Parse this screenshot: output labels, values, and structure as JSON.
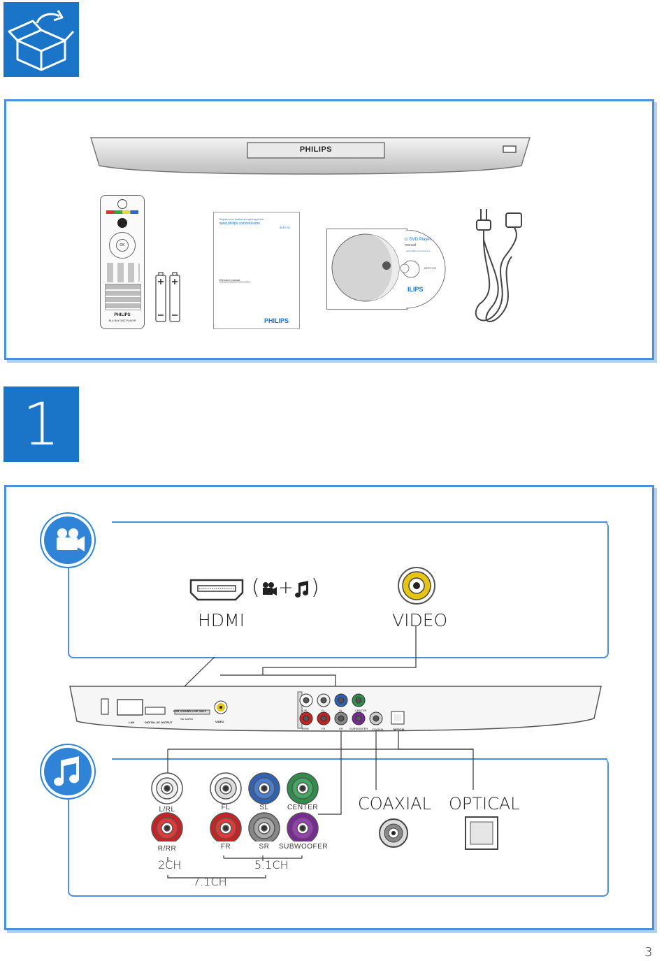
{
  "section_top": {
    "icon": "open-box-icon"
  },
  "device": {
    "brand": "PHILPS_BRAND",
    "brand_text": "PHILIPS"
  },
  "remote": {
    "brand": "PHILIPS",
    "subtitle": "BLU-RAY DISC PLAYER"
  },
  "manual": {
    "brand": "PHILIPS",
    "line1": "Register your product and get support at",
    "url": "www.philips.com/welcome",
    "model": "BDP2700",
    "lang": "EN   User manual"
  },
  "disc_sleeve": {
    "title": "c/ DVD Player",
    "subtitle": "manual",
    "line": "www.philips.com/welcome",
    "model": "BDP2700",
    "brand": "ILIPS"
  },
  "step": {
    "number": "1"
  },
  "video": {
    "hdmi_label": "HDMI",
    "paren_open": "(",
    "plus": "+",
    "paren_close": ")",
    "video_label": "VIDEO"
  },
  "rear_panel": {
    "lan": "LAN",
    "digital_av_output": "DIGITAL AV OUTPUT",
    "for_vod": "FOR VOD/BD-LIVE ONLY",
    "sd_card": "SD CARD",
    "video": "VIDEO",
    "lrl": "L/RL",
    "fl": "FL",
    "sl": "SL",
    "center": "CENTER",
    "rrr": "R/RR",
    "fr": "FR",
    "sr": "SR",
    "subwoofer": "SUBWOOFER",
    "coaxial": "COAXIAL",
    "optical": "OPTICAL"
  },
  "audio": {
    "lrl": "L/RL",
    "rrr": "R/RR",
    "fl": "FL",
    "sl": "SL",
    "center": "CENTER",
    "fr": "FR",
    "sr": "SR",
    "subwoofer": "SUBWOOFER",
    "coaxial": "COAXIAL",
    "optical": "OPTICAL",
    "ch2": "2CH",
    "ch51": "5.1CH",
    "ch71": "7.1CH"
  },
  "page_number": "3",
  "colors": {
    "accent": "#1a75c9",
    "panel_border": "#4a90e0"
  }
}
